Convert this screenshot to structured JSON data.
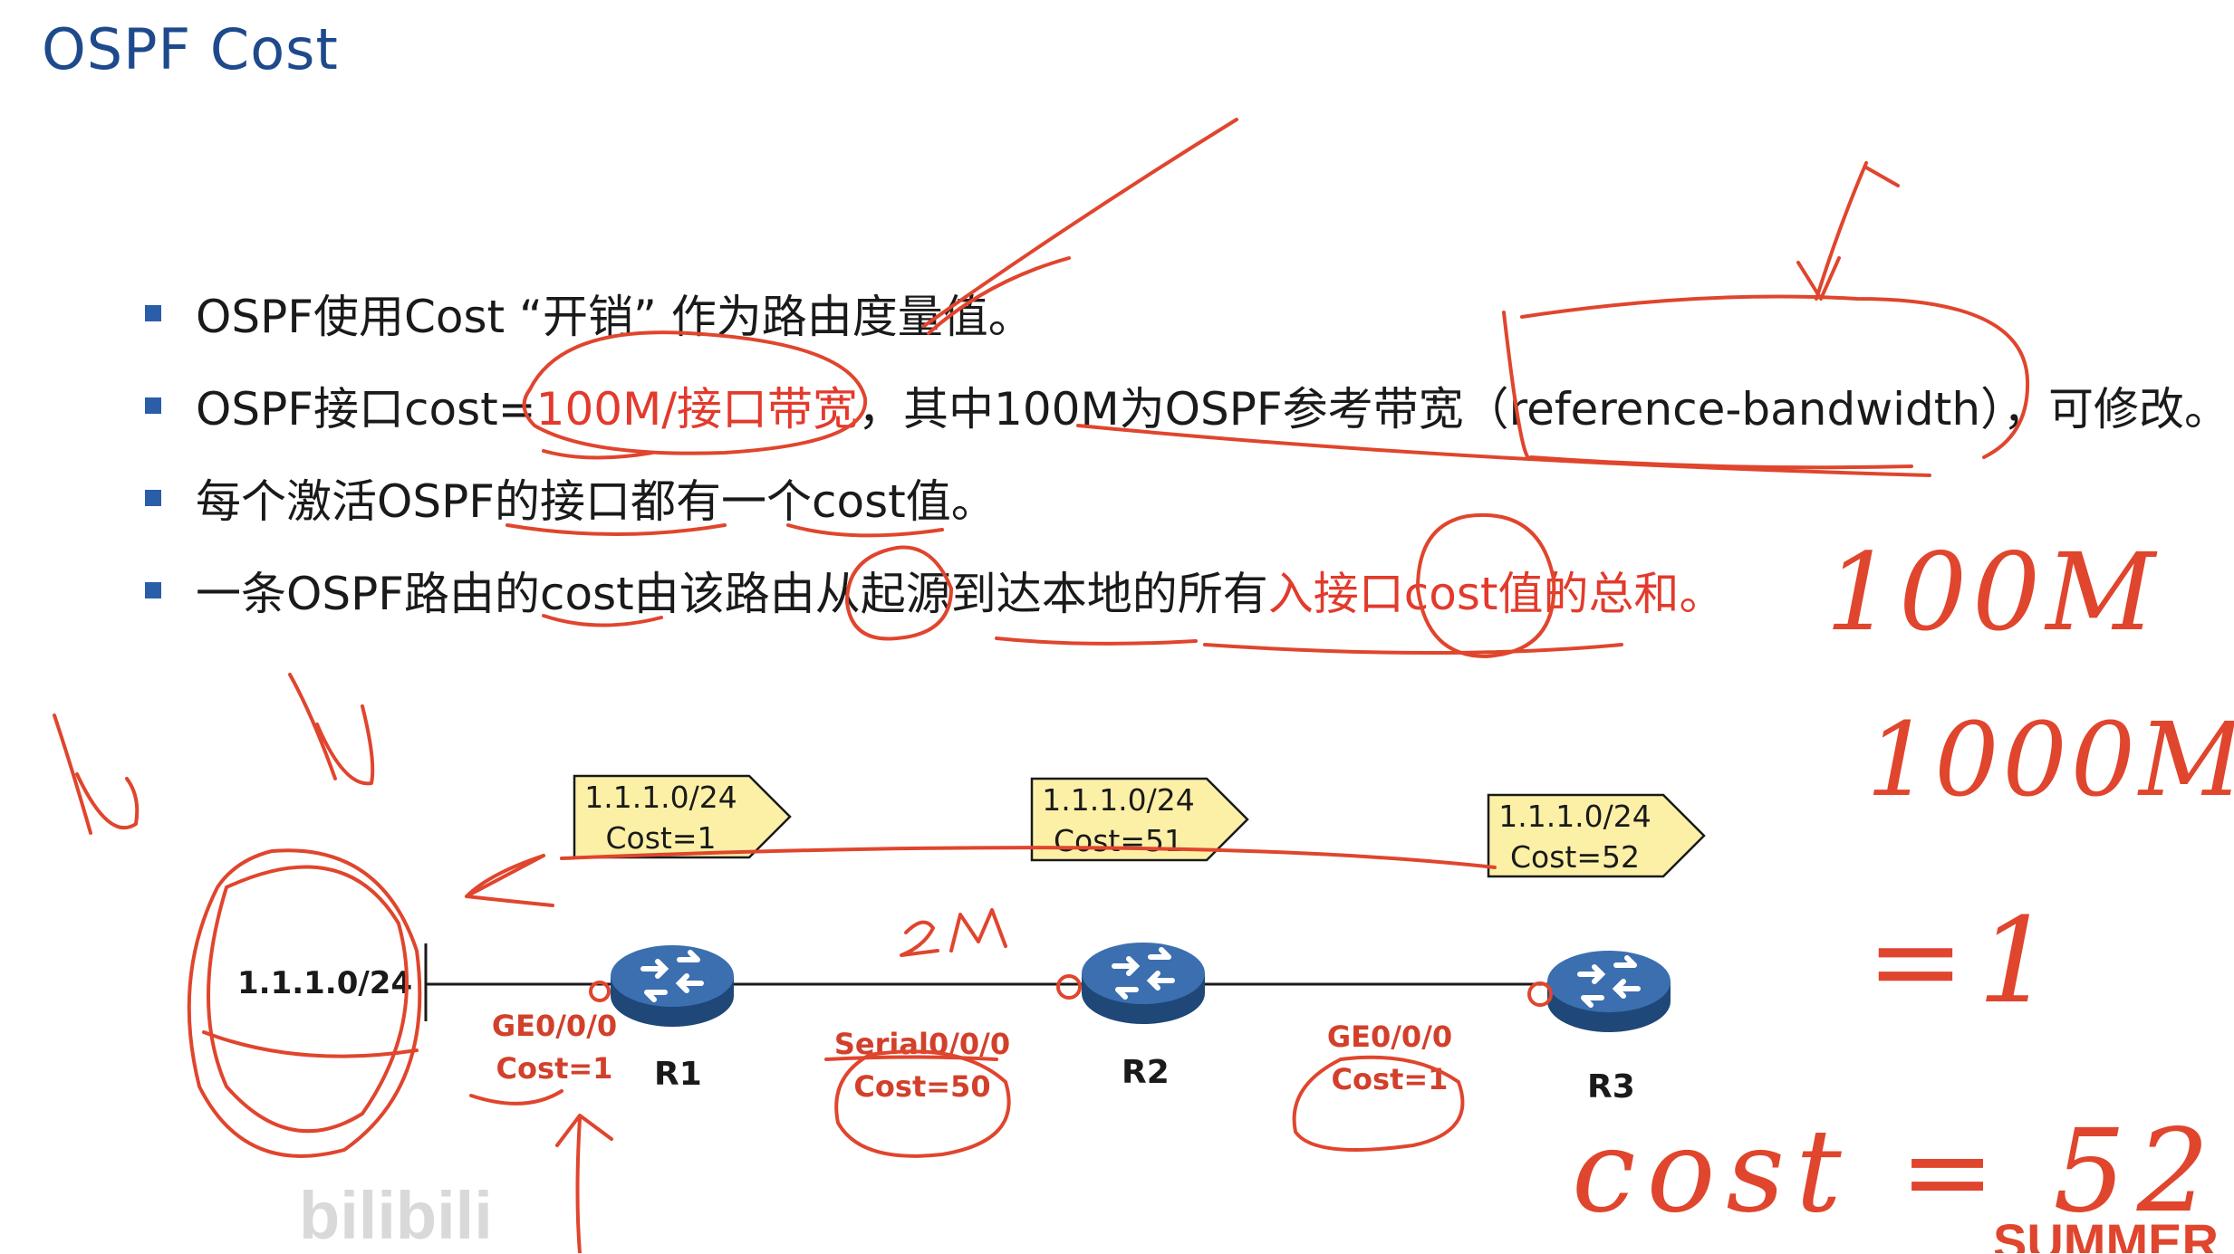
{
  "slide": {
    "title": "OSPF Cost",
    "bullets": [
      {
        "parts": [
          {
            "text": "OSPF使用Cost “开销” 作为路由度量值。",
            "hl": false
          }
        ]
      },
      {
        "parts": [
          {
            "text": "OSPF接口cost=",
            "hl": false
          },
          {
            "text": "100M/接口带宽",
            "hl": true
          },
          {
            "text": "，其中100M为OSPF参考带宽（reference-bandwidth），可修改。",
            "hl": false
          }
        ]
      },
      {
        "parts": [
          {
            "text": "每个激活OSPF的接口都有一个cost值。",
            "hl": false
          }
        ]
      },
      {
        "parts": [
          {
            "text": "一条OSPF路由的cost由该路由从起源到达本地的所有",
            "hl": false
          },
          {
            "text": "入接口cost值的总和。",
            "hl": true
          }
        ]
      }
    ]
  },
  "diagram": {
    "network_label": "1.1.1.0/24",
    "routers": [
      {
        "name": "R1"
      },
      {
        "name": "R2"
      },
      {
        "name": "R3"
      }
    ],
    "interfaces": [
      {
        "name": "GE0/0/0",
        "cost": "Cost=1"
      },
      {
        "name": "Serial0/0/0",
        "cost": "Cost=50"
      },
      {
        "name": "GE0/0/0",
        "cost": "Cost=1"
      }
    ],
    "callouts": [
      {
        "prefix": "1.1.1.0/24",
        "cost": "Cost=1"
      },
      {
        "prefix": "1.1.1.0/24",
        "cost": "Cost=51"
      },
      {
        "prefix": "1.1.1.0/24",
        "cost": "Cost=52"
      }
    ],
    "callout_fill": "#fcf0a6",
    "router_color": "#2f5f9e",
    "highlight_color": "#e23a2c"
  },
  "annotations": {
    "color": "#e0452d",
    "notes": [
      "100M",
      "1000M",
      "=1",
      "cost = 52",
      "2M"
    ]
  },
  "watermark": {
    "site": "bilibili",
    "brand": "SUMMER课堂"
  }
}
